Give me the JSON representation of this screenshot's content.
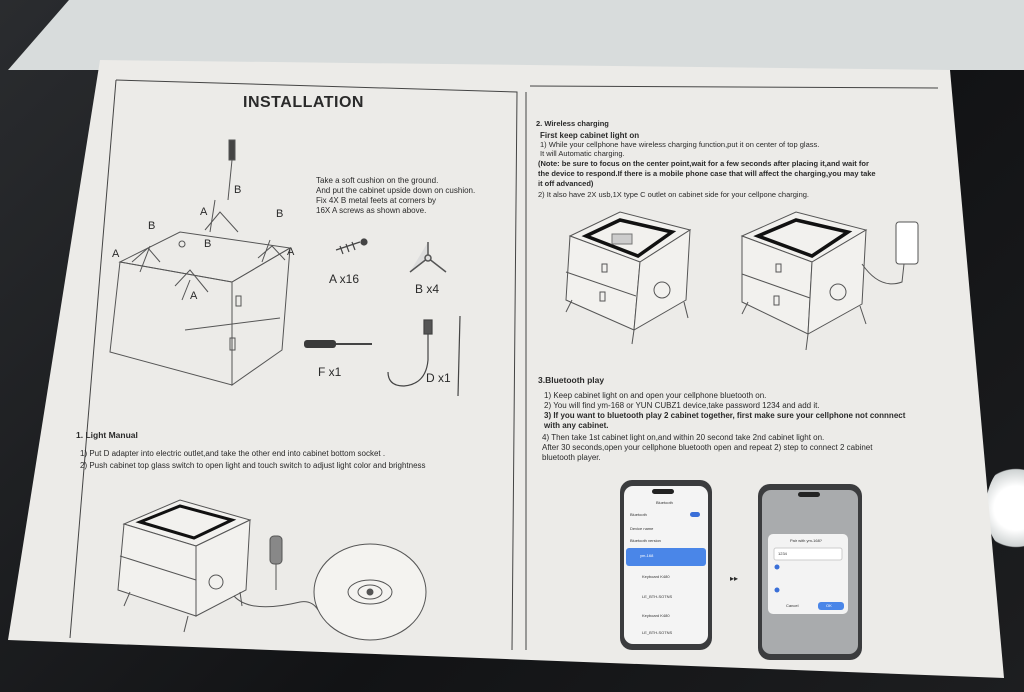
{
  "manual": {
    "title": "INSTALLATION",
    "install_steps": [
      "Take a soft cushion on the ground.",
      "And put the cabinet upside down on cushion.",
      "Fix 4X B metal feets at corners by",
      "16X A screws as shown above."
    ],
    "parts": {
      "a": "A x16",
      "b": "B x4",
      "f": "F x1",
      "d": "D x1"
    },
    "diagram_letters": {
      "a": "A",
      "b": "B"
    },
    "light_manual": {
      "title": "1. Light Manual",
      "lines": [
        "1) Put D adapter into electric outlet,and take the other end into cabinet bottom socket .",
        "2) Push cabinet top glass switch to open light and touch switch to adjust light color and brightness"
      ]
    },
    "wireless": {
      "title": "2. Wireless  charging",
      "subtitle": "First keep cabinet light on",
      "lines": [
        "1) While your cellphone have wireless charging function,put it on center of top glass.",
        "It will Automatic charging."
      ],
      "note_lines": [
        "(Note:  be sure to focus on the center point,wait for a few seconds after placing it,and wait for",
        "the device to respond.If there is a mobile phone case that will affect the charging,you may take",
        "it off advanced)"
      ],
      "usb_line": "2) It also have 2X usb,1X type C outlet on cabinet side for your cellpone charging."
    },
    "bluetooth": {
      "title": "3.Bluetooth play",
      "line1": "1) Keep cabinet light on and open your cellphone bluetooth on.",
      "line2": "2) You will find ym-168 or YUN  CUBZ1 device,take password 1234 and add it.",
      "line3a": "3) If you want to bluetooth play 2 cabinet together, first make sure your cellphone not connnect",
      "line3b": "with any cabinet.",
      "line4": "4) Then take 1st cabinet light on,and within 20 second take 2nd cabinet light on.",
      "line5": "After 30 seconds,open your cellphone bluetooth open and repeat 2) step to connect 2 cabinet",
      "line6": "bluetooth player."
    },
    "phone_left": {
      "header": "Bluetooth",
      "rows": [
        "Bluetooth",
        "Device name",
        "Bluetooth version",
        "ym-168",
        "Keyboard K480",
        "LE_BTH-SOTNS",
        "Keyboard K480",
        "LE_BTH-SOTNS"
      ]
    },
    "phone_right": {
      "dialog_title": "Pair with ym-168?",
      "code": "1234",
      "cancel": "Cancel",
      "ok": "OK"
    },
    "arrow": "▸▸"
  }
}
